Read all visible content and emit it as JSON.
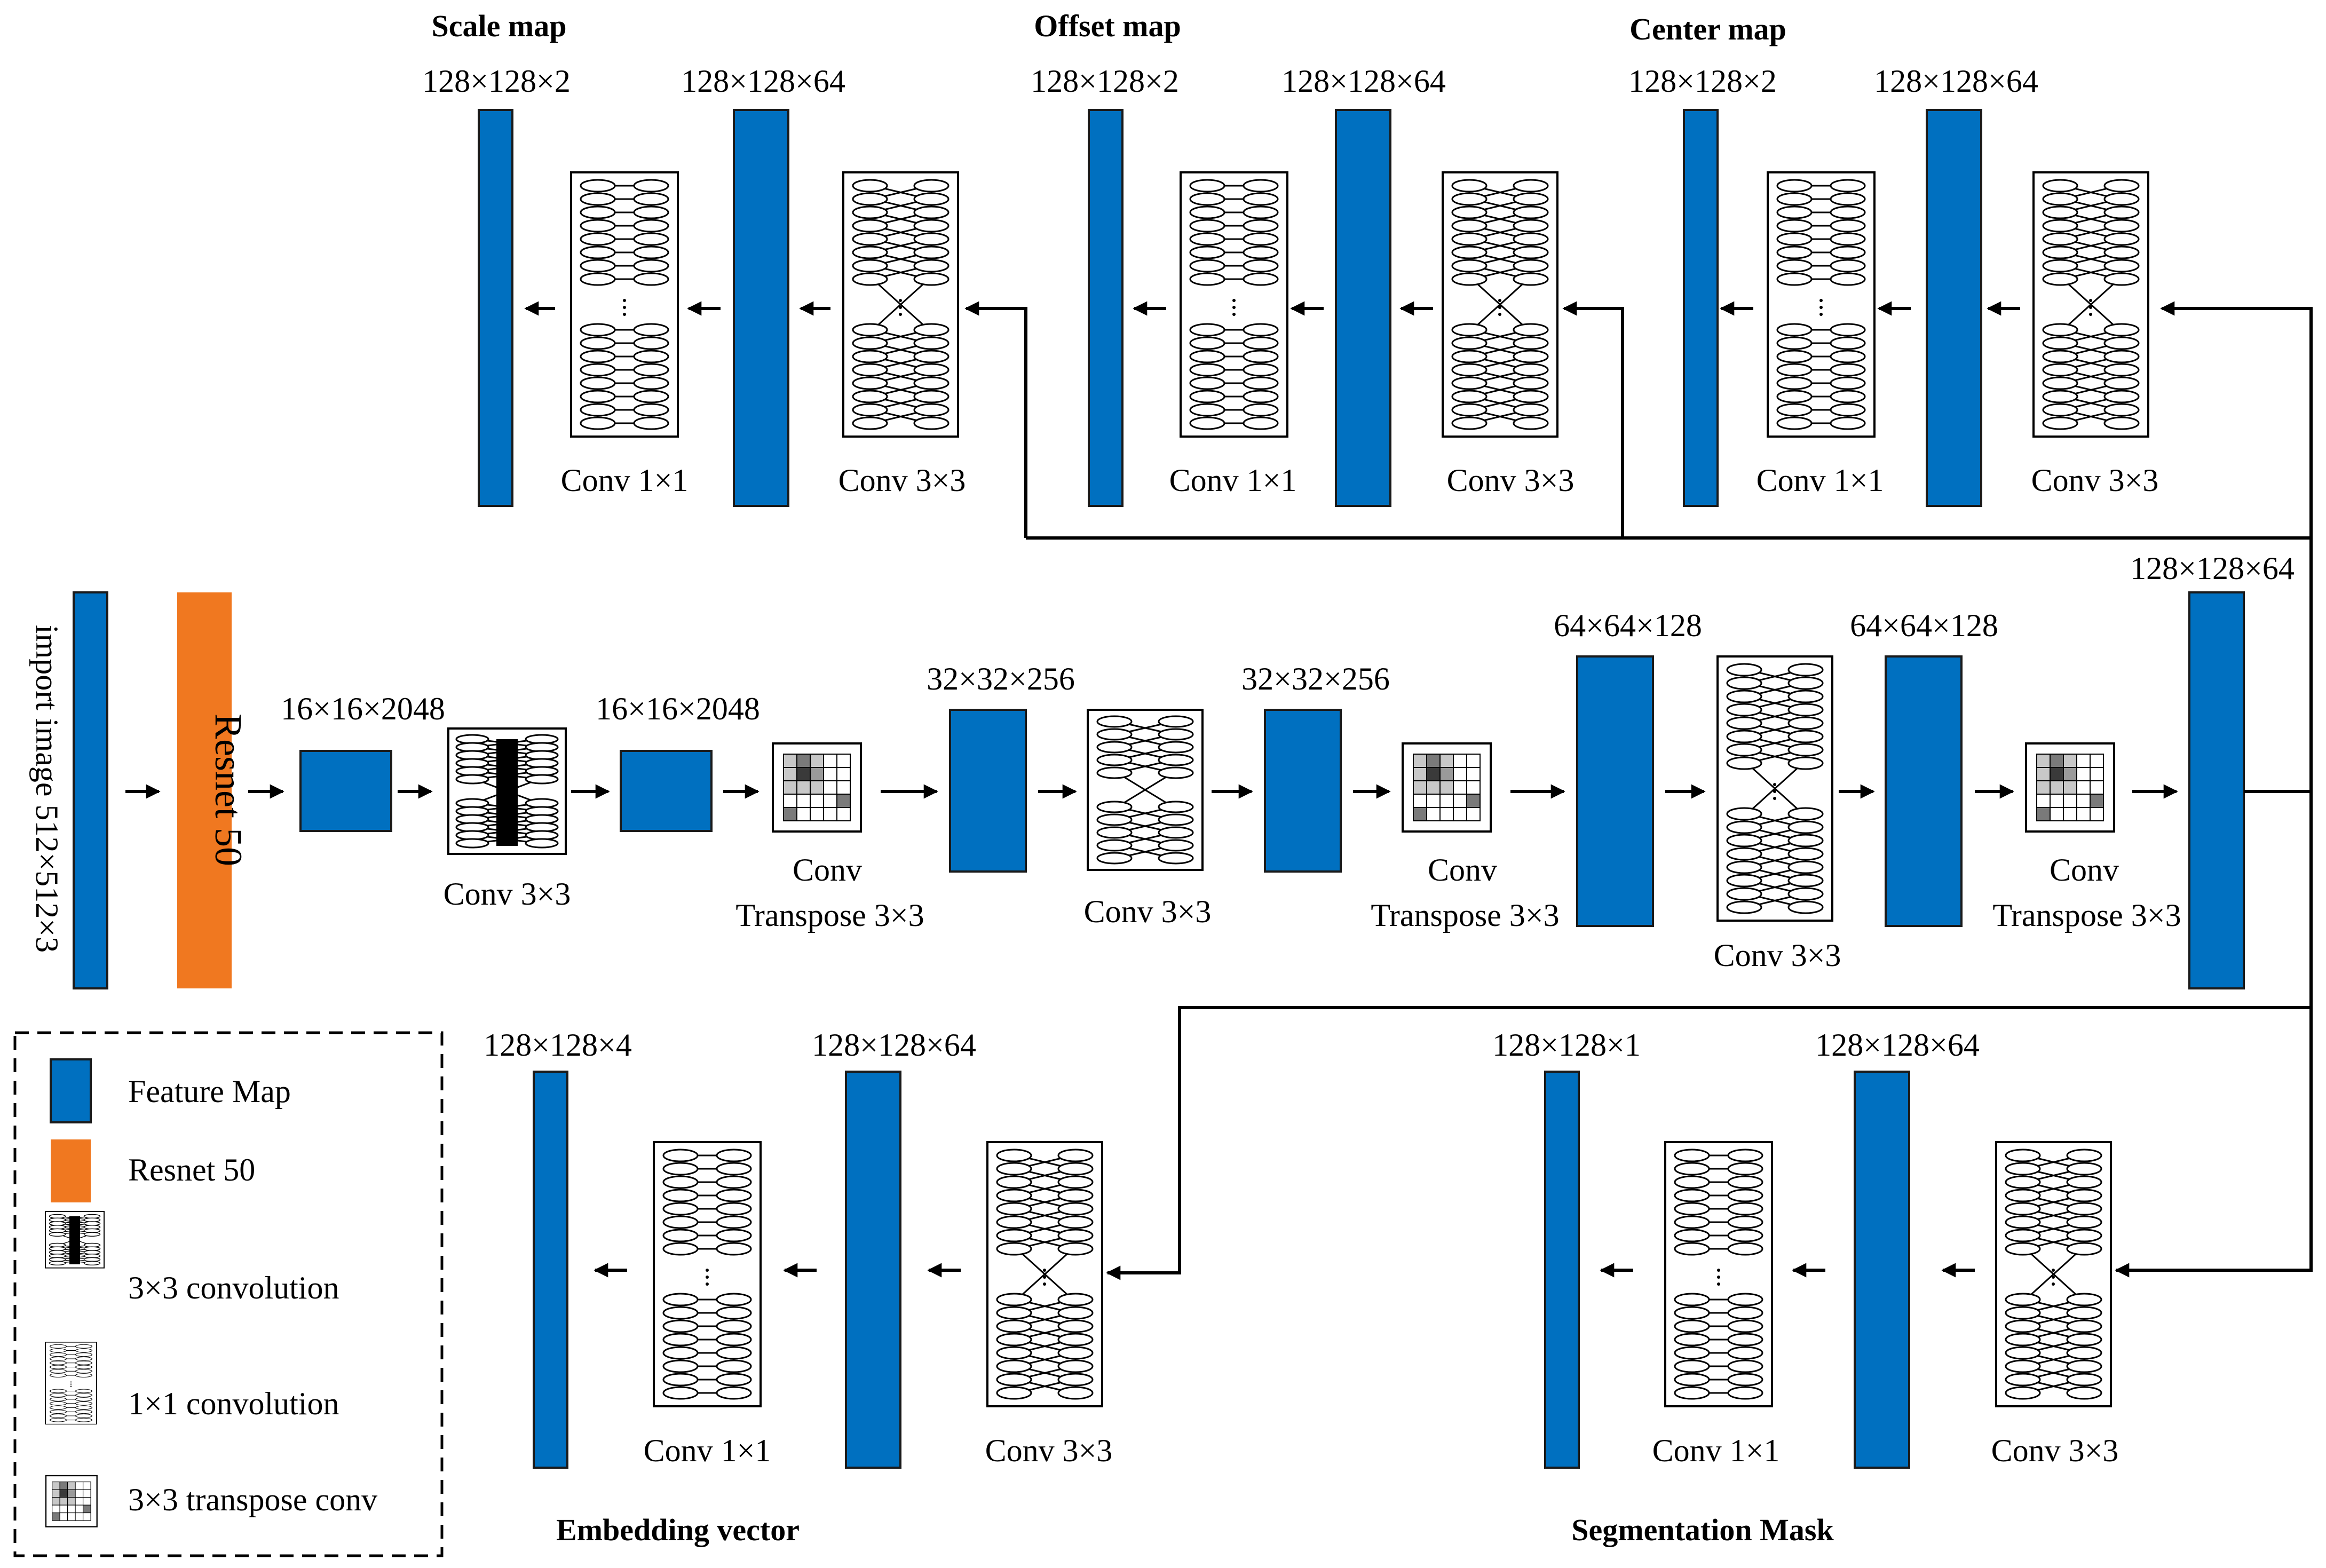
{
  "heads": {
    "scale": "Scale map",
    "offset": "Offset map",
    "center": "Center map",
    "embedding": "Embedding vector",
    "segmentation": "Segmentation Mask"
  },
  "dims": {
    "scale_out": "128×128×2",
    "scale_mid": "128×128×64",
    "offset_out": "128×128×2",
    "offset_mid": "128×128×64",
    "center_out": "128×128×2",
    "center_mid": "128×128×64",
    "bb_128": "128×128×64",
    "bb_16a": "16×16×2048",
    "bb_16b": "16×16×2048",
    "bb_32a": "32×32×256",
    "bb_32b": "32×32×256",
    "bb_64a": "64×64×128",
    "bb_64b": "64×64×128",
    "emb_out": "128×128×4",
    "emb_mid": "128×128×64",
    "seg_out": "128×128×1",
    "seg_mid": "128×128×64"
  },
  "labels": {
    "input": "import image 512×512×3",
    "resnet": "Resnet 50",
    "conv1": "Conv 1×1",
    "conv3": "Conv 3×3",
    "tconv_top": "Conv",
    "tconv_bot": "Transpose 3×3"
  },
  "legend": {
    "feature_map": "Feature Map",
    "resnet": "Resnet 50",
    "conv3": "3×3 convolution",
    "conv1": "1×1 convolution",
    "tconv": "3×3 transpose conv"
  },
  "colors": {
    "feature_map": "#0070c0",
    "resnet": "#f07820"
  }
}
